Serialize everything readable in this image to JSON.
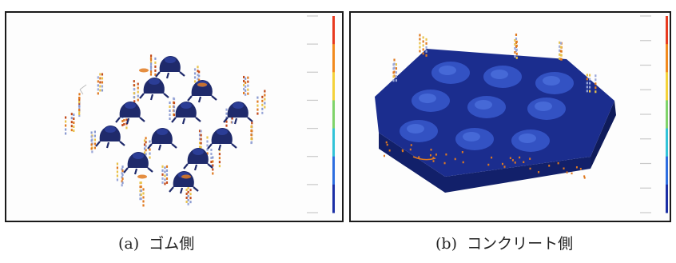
{
  "figure": {
    "panels": [
      {
        "id": "a",
        "caption": "(a)  ゴム側",
        "scale_labels": [
          "",
          "",
          "",
          "",
          "",
          "",
          "",
          ""
        ],
        "colors": {
          "bump": "#1f2a6b",
          "bump_top": "#2b3d96",
          "hot": "#e07a20",
          "warm": "#e9c24a",
          "cool": "#8a9ad0"
        }
      },
      {
        "id": "b",
        "caption": "(b)  コンクリート側",
        "scale_labels": [
          "",
          "",
          "",
          "",
          "",
          "",
          "",
          "",
          ""
        ],
        "colors": {
          "slab": "#1b2d8e",
          "slab_top": "#2640b0",
          "dome": "#3a5bd1",
          "side": "#12206a",
          "hot": "#e07a20"
        }
      }
    ],
    "colorbar": [
      "#e83a1f",
      "#f28a1e",
      "#f4d23a",
      "#7fd36a",
      "#32c3d8",
      "#2d6ee0",
      "#1b2fa6"
    ]
  }
}
